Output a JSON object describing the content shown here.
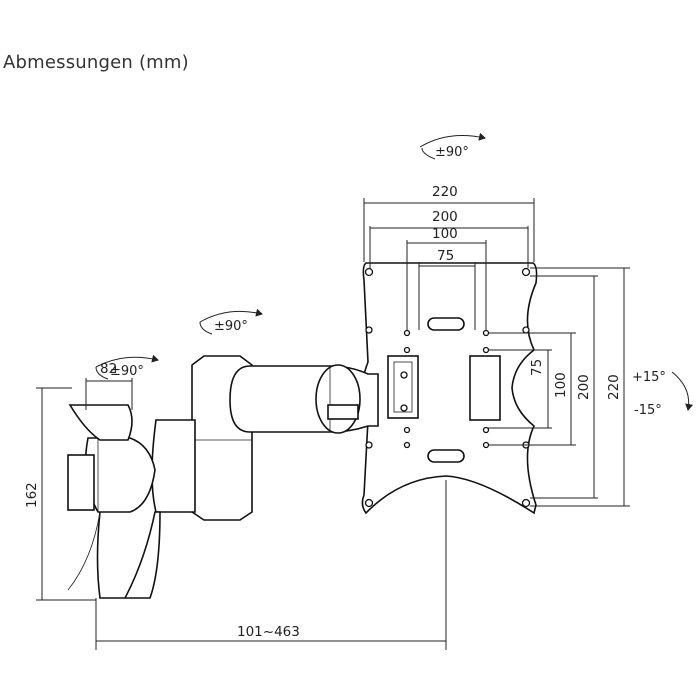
{
  "title": "Abmessungen (mm)",
  "rotations": {
    "plate": "±90°",
    "middle_joint": "±90°",
    "wall_joint": "±90°",
    "tilt_up": "+15°",
    "tilt_down": "-15°"
  },
  "dimensions": {
    "plate_width_outer": "220",
    "plate_width_200": "200",
    "plate_width_100": "100",
    "plate_width_75": "75",
    "plate_height_75": "75",
    "plate_height_100": "100",
    "plate_height_200": "200",
    "plate_height_outer": "220",
    "wall_plate_width": "82",
    "wall_plate_height": "162",
    "extension": "101~463"
  }
}
